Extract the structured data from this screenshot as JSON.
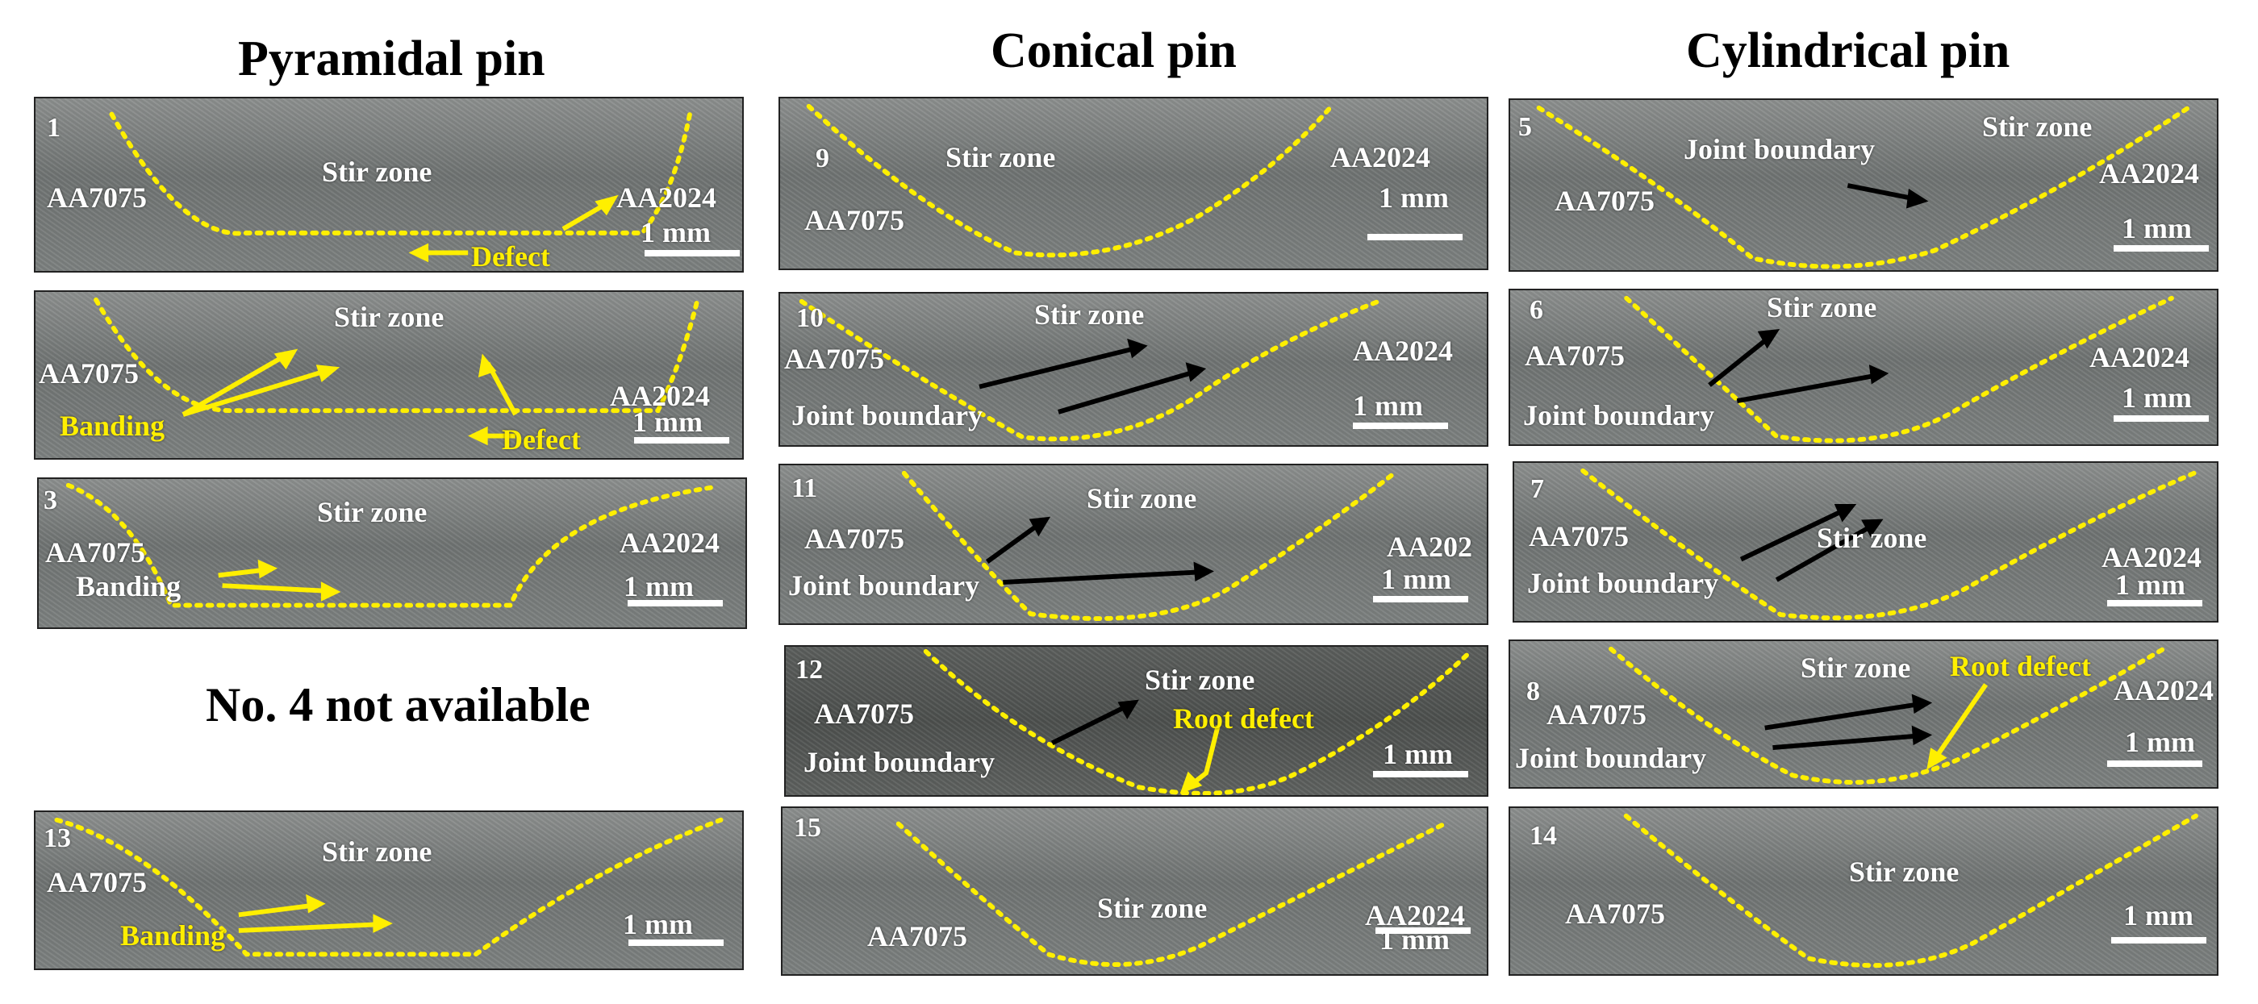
{
  "columns": {
    "pyramidal": "Pyramidal pin",
    "conical": "Conical pin",
    "cylindrical": "Cylindrical pin"
  },
  "labels": {
    "stir_zone": "Stir zone",
    "left_alloy": "AA7075",
    "right_alloy": "AA2024",
    "right_alloy_cut_202": "AA202",
    "right_alloy_cut_2024_prime": "AA2024",
    "joint_boundary": "Joint boundary",
    "defect": "Defect",
    "banding": "Banding",
    "root_defect": "Root defect",
    "scale": "1 mm"
  },
  "not_available": "No. 4 not available",
  "panels": {
    "p1": "1",
    "p3": "3",
    "p13": "13",
    "p9": "9",
    "p10": "10",
    "p11": "11",
    "p12": "12",
    "p15": "15",
    "p5": "5",
    "p6": "6",
    "p7": "7",
    "p8": "8",
    "p14": "14"
  },
  "colors": {
    "boundary": "#ffef00",
    "arrow_yellow": "#ffef00",
    "arrow_black": "#000000"
  }
}
